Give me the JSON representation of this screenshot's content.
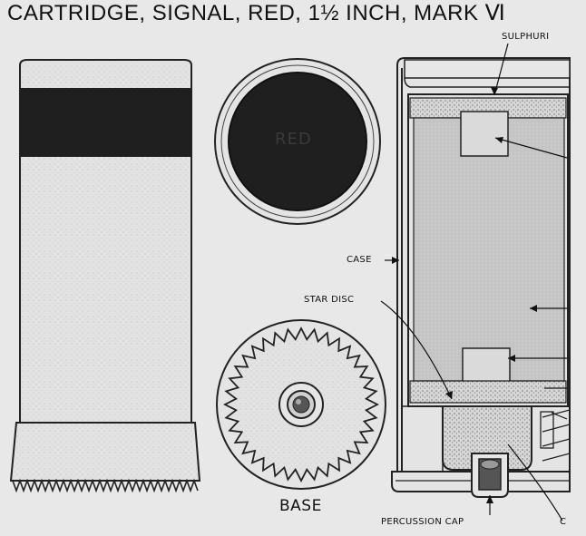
{
  "title": "CARTRIDGE, SIGNAL, RED,  1½ INCH, MARK Ⅵ",
  "labels": {
    "sulphur": "SULPHURI",
    "case": "CASE",
    "star_disc": "STAR DISC",
    "red": "RED",
    "base": "BASE",
    "percussion_cap": "PERCUSSION CAP",
    "c_mark": "C"
  },
  "colors": {
    "paper": "#e8e8e8",
    "ink": "#111111",
    "band": "#1f1f1f",
    "dot": "#2a2a2a",
    "light_fill": "#dcdcdc",
    "mid_fill": "#c9c9c9"
  }
}
